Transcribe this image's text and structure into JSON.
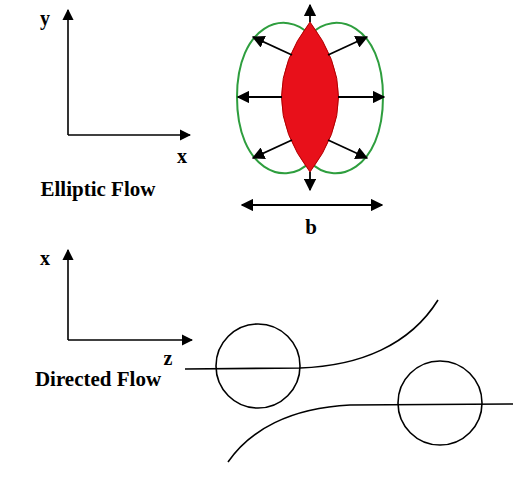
{
  "diagram": {
    "labels": [
      "y",
      "x",
      "Elliptic Flow",
      "b",
      "x",
      "z",
      "Directed Flow"
    ]
  }
}
